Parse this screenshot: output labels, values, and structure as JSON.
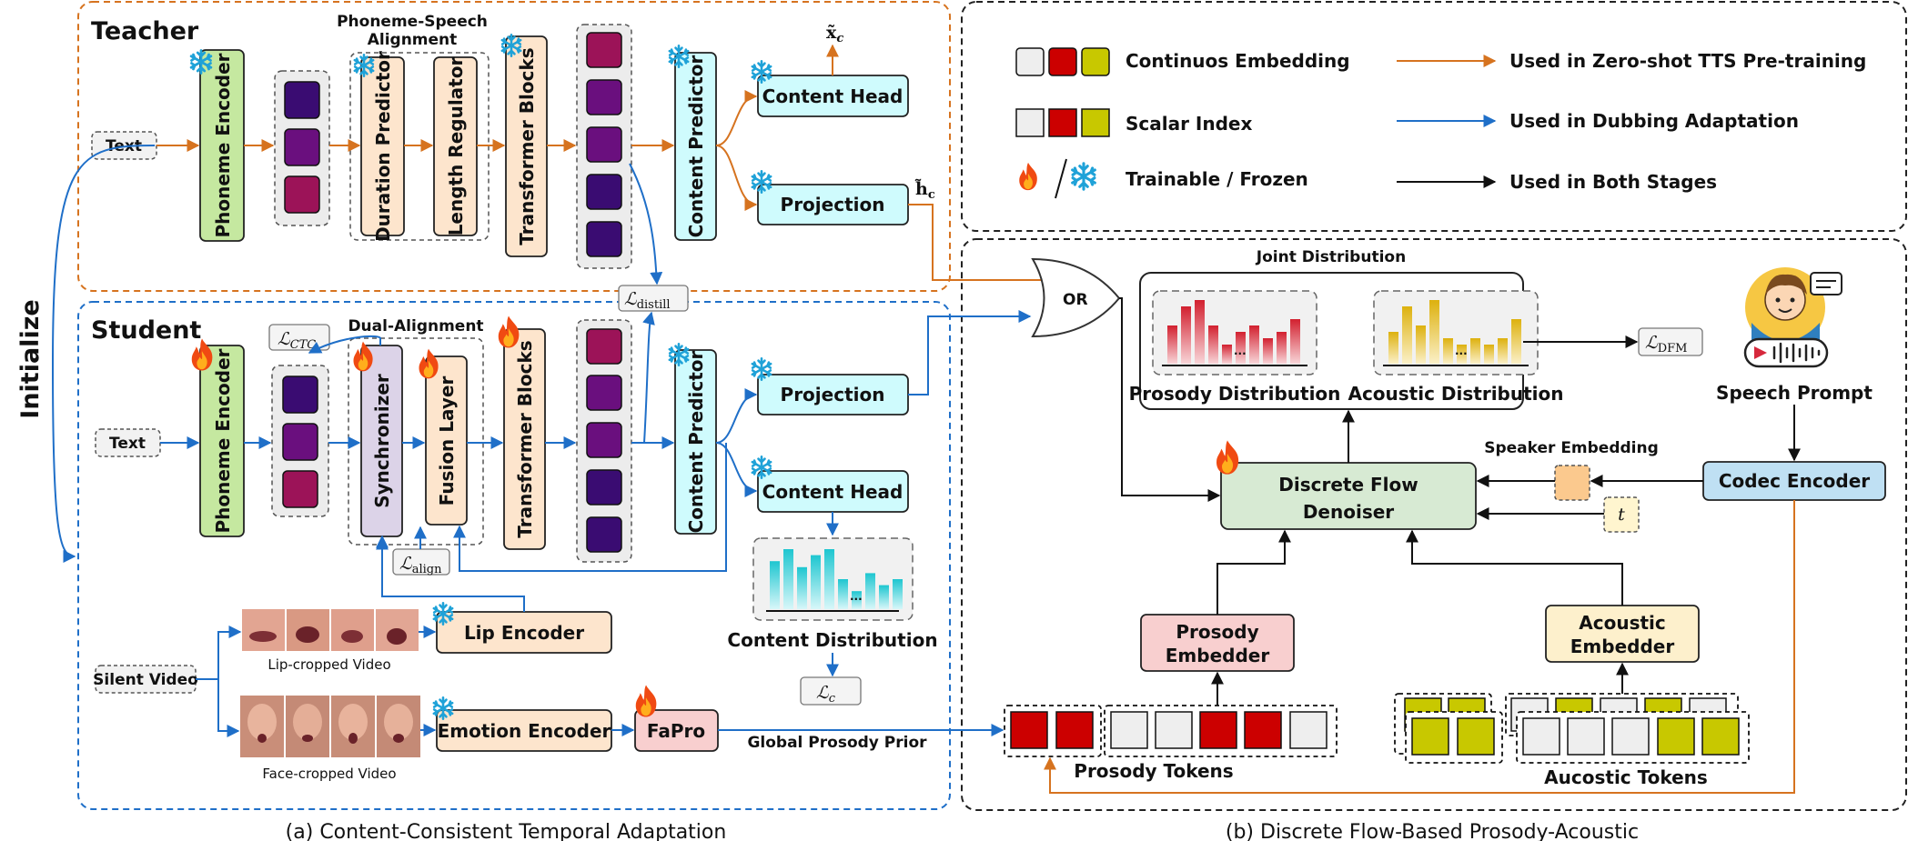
{
  "teacher": {
    "title": "Teacher",
    "text_chip": "Text",
    "phoneme_encoder": "Phoneme Encoder",
    "alignment_title": "Phoneme-Speech Alignment",
    "alignment_title_line1": "Phoneme-Speech",
    "alignment_title_line2": "Alignment",
    "duration_predictor": "Duration Predictor",
    "length_regulator": "Length Regulator",
    "transformer_blocks": "Transformer Blocks",
    "content_predictor": "Content Predictor",
    "content_head": "Content Head",
    "projection": "Projection",
    "out_x": "x̃",
    "out_x_sub": "c",
    "out_h": "h̃",
    "out_h_sub": "c"
  },
  "student": {
    "title": "Student",
    "text_chip": "Text",
    "phoneme_encoder": "Phoneme Encoder",
    "dual_alignment": "Dual-Alignment",
    "synchronizer": "Synchronizer",
    "fusion_layer": "Fusion Layer",
    "transformer_blocks": "Transformer Blocks",
    "content_predictor": "Content Predictor",
    "projection": "Projection",
    "content_head": "Content Head",
    "content_distribution": "Content Distribution",
    "silent_video": "Silent Video",
    "lip_caption": "Lip-cropped Video",
    "face_caption": "Face-cropped Video",
    "lip_encoder": "Lip Encoder",
    "emotion_encoder": "Emotion Encoder",
    "fapro": "FaPro",
    "global_prior": "Global Prosody Prior"
  },
  "losses": {
    "ctc": "ℒ",
    "ctc_sub": "CTC",
    "distill": "ℒ",
    "distill_sub": "distill",
    "align": "ℒ",
    "align_sub": "align",
    "c": "ℒ",
    "c_sub": "c",
    "dfm": "ℒ",
    "dfm_sub": "DFM"
  },
  "initialize": "Initialize",
  "legend": {
    "continuous": "Continuos Embedding",
    "scalar": "Scalar Index",
    "trainable": "Trainable / Frozen",
    "zero_shot": "Used in Zero-shot TTS Pre-training",
    "dubbing": "Used in Dubbing Adaptation",
    "both": "Used in Both Stages"
  },
  "right": {
    "or_gate": "OR",
    "joint_distribution": "Joint Distribution",
    "prosody_distribution": "Prosody Distribution",
    "acoustic_distribution": "Acoustic Distribution",
    "ellipsis": "...",
    "speech_prompt": "Speech Prompt",
    "codec_encoder": "Codec Encoder",
    "speaker_embedding": "Speaker Embedding",
    "t_token": "t",
    "denoiser_line1": "Discrete Flow",
    "denoiser_line2": "Denoiser",
    "prosody_embedder_line1": "Prosody",
    "prosody_embedder_line2": "Embedder",
    "acoustic_embedder_line1": "Acoustic",
    "acoustic_embedder_line2": "Embedder",
    "prosody_tokens": "Prosody Tokens",
    "acoustic_tokens": "Aucostic Tokens"
  },
  "captions": {
    "left": "(a) Content-Consistent Temporal Adaptation",
    "right": "(b) Discrete Flow-Based Prosody-Acoustic"
  },
  "chart_data": [
    {
      "type": "bar",
      "title": "Content Distribution",
      "values": [
        8,
        10,
        7,
        9,
        10,
        5,
        3,
        6,
        4,
        5
      ]
    },
    {
      "type": "bar",
      "title": "Prosody Distribution",
      "values": [
        6,
        9,
        10,
        6,
        3,
        5,
        6,
        4,
        5,
        7
      ]
    },
    {
      "type": "bar",
      "title": "Acoustic Distribution",
      "values": [
        5,
        9,
        6,
        10,
        4,
        3,
        4,
        3,
        4,
        7
      ]
    }
  ],
  "colors": {
    "green_block": "#c5e8a0",
    "peach_block": "#fde5cd",
    "cyan_block": "#cffbfd",
    "lavender_block": "#dcd3e8",
    "denoiser": "#d7ead3",
    "prosody_embedder": "#f8cfcf",
    "acoustic_embedder": "#fdf0cc",
    "codec_encoder": "#bfe0f3",
    "orange_arrow": "#d6731f",
    "blue_arrow": "#1f6fc8",
    "token_red": "#cc0000",
    "token_yellow": "#c8c800",
    "content_bars": "#23c8d2",
    "prosody_bars": "#d6283c",
    "acoustic_bars": "#e0b519"
  }
}
